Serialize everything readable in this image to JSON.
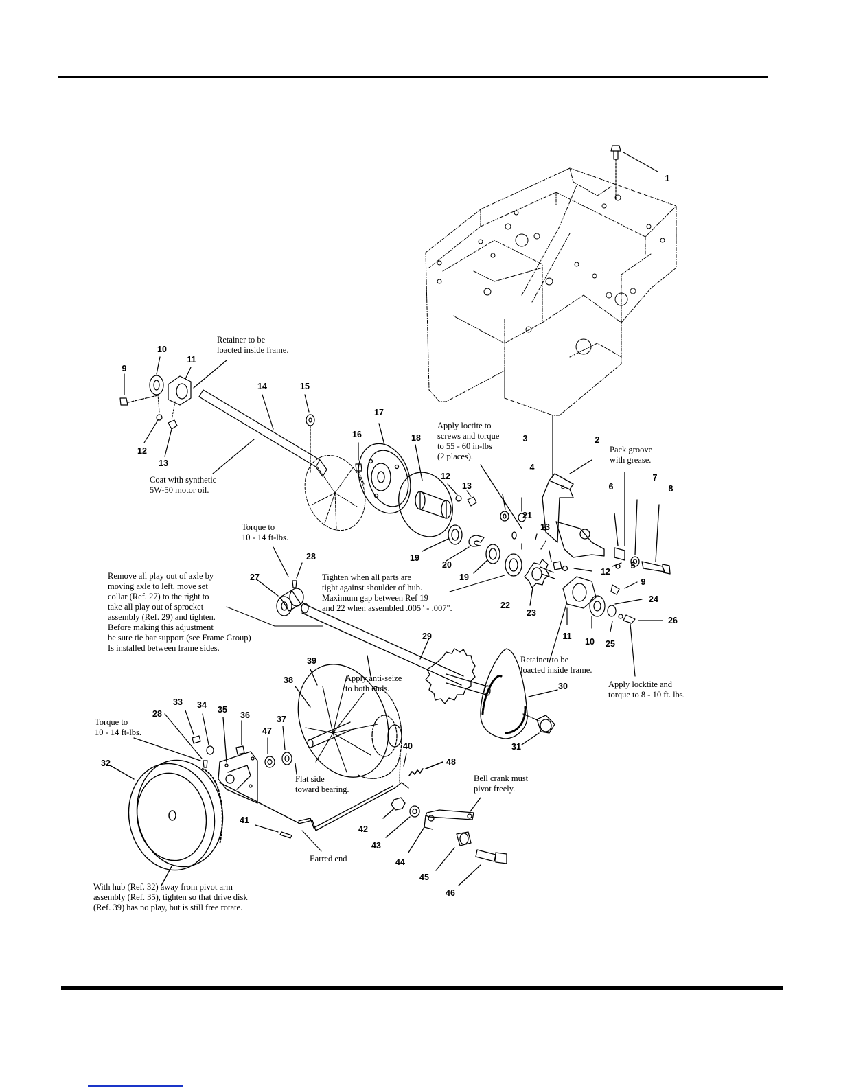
{
  "callouts": [
    {
      "id": "retainer-top",
      "text": "Retainer to be\nloacted inside frame."
    },
    {
      "id": "coat-oil",
      "text": "Coat with synthetic\n5W-50 motor oil."
    },
    {
      "id": "loctite-screws",
      "text": "Apply loctite to\nscrews and torque\nto 55 - 60 in-lbs\n(2 places)."
    },
    {
      "id": "pack-groove",
      "text": "Pack groove\nwith grease."
    },
    {
      "id": "torque-28-upper",
      "text": "Torque to\n10 - 14 ft-lbs."
    },
    {
      "id": "remove-play",
      "text": "Remove all play out of axle by\nmoving axle to left, move set\ncollar (Ref. 27) to the right to\ntake all play out of sprocket\nassembly (Ref. 29) and tighten.\nBefore making this adjustment\nbe sure tie bar support  (see Frame Group)\nIs installed between frame sides."
    },
    {
      "id": "tighten-hub",
      "text": "Tighten when all parts are\ntight against shoulder of hub.\nMaximum gap between Ref 19\nand 22 when assembled .005\" - .007\"."
    },
    {
      "id": "retainer-bottom",
      "text": "Retainer to be\nloacted inside frame."
    },
    {
      "id": "locktite-26",
      "text": "Apply locktite and\ntorque to 8 - 10 ft. lbs."
    },
    {
      "id": "anti-seize",
      "text": "Apply anti-seize\nto both ends."
    },
    {
      "id": "torque-28-lower",
      "text": "Torque to\n10 - 14 ft-lbs."
    },
    {
      "id": "flat-side",
      "text": "Flat side\ntoward bearing."
    },
    {
      "id": "bell-crank",
      "text": "Bell crank must\npivot freely."
    },
    {
      "id": "earred-end",
      "text": "Earred end"
    },
    {
      "id": "hub-note",
      "text": "With hub (Ref. 32) away from pivot arm\nassembly (Ref. 35), tighten so that drive disk\n(Ref. 39) has no play, but is still free rotate."
    }
  ],
  "part_numbers": [
    "1",
    "2",
    "3",
    "4",
    "5",
    "6",
    "7",
    "8",
    "9",
    "10",
    "11",
    "12",
    "13",
    "14",
    "15",
    "16",
    "17",
    "18",
    "19",
    "20",
    "19",
    "21",
    "22",
    "23",
    "13",
    "12",
    "9",
    "24",
    "26",
    "11",
    "10",
    "25",
    "27",
    "28",
    "29",
    "30",
    "31",
    "39",
    "38",
    "33",
    "34",
    "35",
    "36",
    "28",
    "47",
    "37",
    "32",
    "40",
    "48",
    "41",
    "42",
    "43",
    "44",
    "45",
    "46",
    "12",
    "13"
  ]
}
